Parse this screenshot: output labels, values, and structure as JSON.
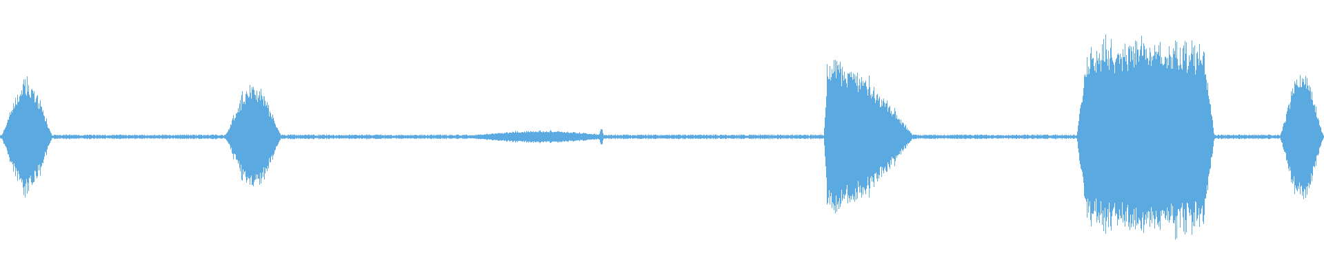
{
  "waveform": {
    "color": "#5aa9e0",
    "background": "#ffffff",
    "baseline_amplitude": 0.018,
    "segments": [
      {
        "start": 0.0,
        "end": 0.04,
        "peak": 0.46,
        "shape": "bell"
      },
      {
        "start": 0.169,
        "end": 0.213,
        "peak": 0.43,
        "shape": "bell"
      },
      {
        "start": 0.34,
        "end": 0.475,
        "peak": 0.05,
        "shape": "bell"
      },
      {
        "start": 0.452,
        "end": 0.456,
        "peak": 0.08,
        "shape": "bell"
      },
      {
        "start": 0.622,
        "end": 0.69,
        "peak": 0.65,
        "shape": "attack-decay"
      },
      {
        "start": 0.813,
        "end": 0.917,
        "peak": 0.8,
        "shape": "plateau"
      },
      {
        "start": 0.966,
        "end": 1.0,
        "peak": 0.55,
        "shape": "bell"
      }
    ]
  }
}
